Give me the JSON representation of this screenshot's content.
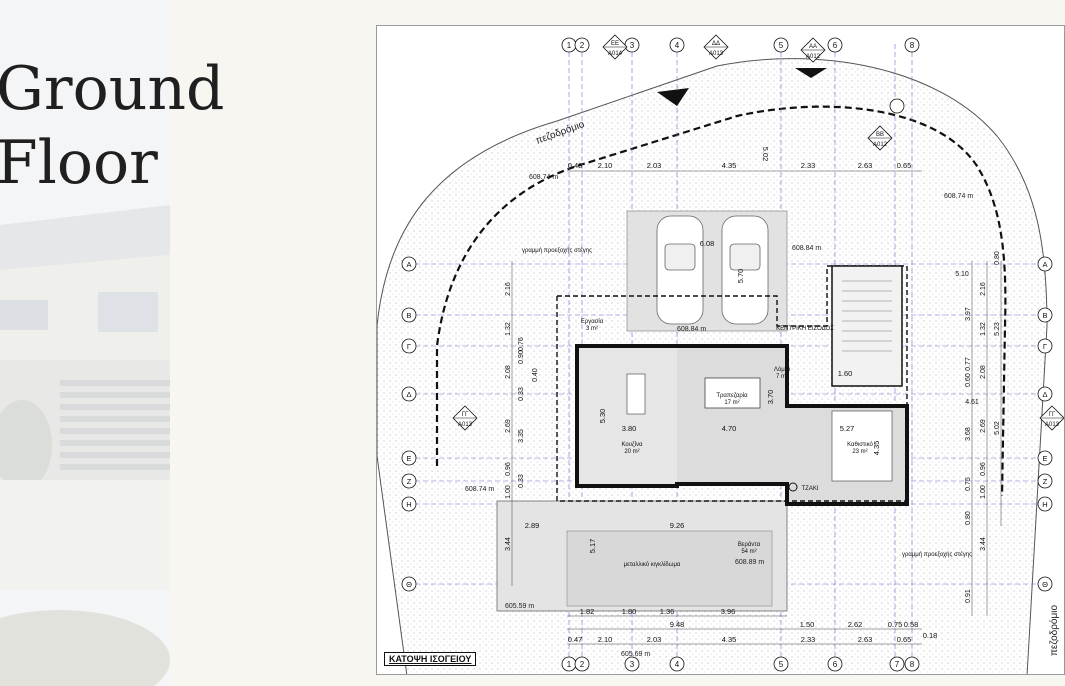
{
  "page": {
    "title_line1": "Ground",
    "title_line2": "Floor"
  },
  "plan": {
    "title": "ΚΑΤΟΨΗ ΙΣΟΓΕΙΟΥ",
    "street_label": "πεζοδρόμιο",
    "street_label_side": "πεζοδρόμιο",
    "levels": [
      "608.74 m",
      "608.74 m",
      "608.74 m",
      "608.84 m",
      "608.84 m",
      "608.89 m",
      "605.59 m",
      "605.69 m"
    ],
    "rooms": {
      "storage": "Εργασία",
      "storage_area": "3 m²",
      "dining": "Τραπεζαρία",
      "dining_area": "17 m²",
      "kitchen": "Κουζίνα",
      "kitchen_area": "20 m²",
      "living": "Καθιστικό",
      "living_area": "23 m²",
      "lobby": "Λόμπι",
      "lobby_area": "7 m²",
      "entrance": "ΚΕΝΤΡΙΚΗ ΕΙΣΟΔΟΣ",
      "veranda": "Βεράντα",
      "veranda_area": "54 m²",
      "fireplace": "ΤΖΑΚΙ",
      "pergola": "μεταλλικό κιγκλίδωμα",
      "projection_left": "γραμμή προεξοχής στέγης",
      "projection_right": "γραμμή προεξοχής στέγης"
    },
    "axes_top": [
      "1",
      "2",
      "3",
      "4",
      "5",
      "6",
      "8"
    ],
    "axes_bottom": [
      "1",
      "2",
      "3",
      "4",
      "5",
      "6",
      "7",
      "8"
    ],
    "axes_side": [
      "Α",
      "Β",
      "Γ",
      "Δ",
      "Ε",
      "Ζ",
      "Η",
      "Θ"
    ],
    "section_tags": [
      {
        "label": "ΕΕ",
        "sheet": "Α014"
      },
      {
        "label": "ΔΔ",
        "sheet": "Α013"
      },
      {
        "label": "ΑΑ",
        "sheet": "Α012"
      },
      {
        "label": "ΒΒ",
        "sheet": "Α012"
      },
      {
        "label": "ΓΓ",
        "sheet": "Α013"
      },
      {
        "label": "ΓΓ",
        "sheet": "Α013"
      }
    ],
    "dims_top": [
      "0.48",
      "2.10",
      "2.03",
      "4.35",
      "2.33",
      "2.63",
      "0.65"
    ],
    "dims_bottom_1": [
      "1.82",
      "1.80",
      "1.36",
      "3.96"
    ],
    "dims_bottom_2": [
      "9.48",
      "1.50",
      "2.62",
      "0.75",
      "0.58"
    ],
    "dims_bottom_3": [
      "0.47",
      "2.10",
      "2.03",
      "4.35",
      "2.33",
      "2.63",
      "0.65",
      "0.18"
    ],
    "dims_left": [
      "2.16",
      "1.32",
      "0.90",
      "0.76",
      "2.08",
      "0.40",
      "0.33",
      "2.69",
      "3.35",
      "0.96",
      "0.33",
      "1.00",
      "3.44"
    ],
    "dims_right": [
      "0.80",
      "2.16",
      "5.10",
      "3.97",
      "1.32",
      "5.23",
      "0.77",
      "0.60",
      "2.08",
      "4.61",
      "3.68",
      "2.69",
      "5.02",
      "0.96",
      "0.75",
      "1.00",
      "0.80",
      "3.44",
      "0.91"
    ],
    "dims_inner": [
      "6.08",
      "5.70",
      "5.02",
      "2.89",
      "9.26",
      "5.17",
      "3.80",
      "4.70",
      "5.27",
      "3.70",
      "5.30",
      "4.35",
      "1.60"
    ]
  }
}
